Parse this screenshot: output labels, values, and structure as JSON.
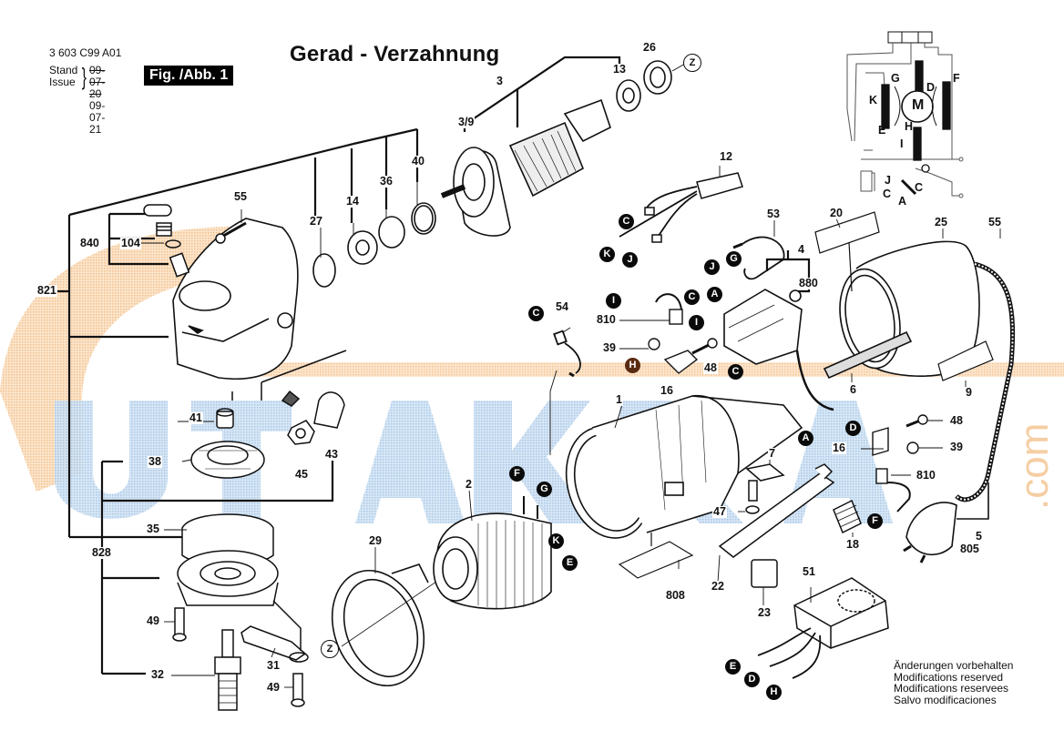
{
  "header": {
    "document_number": "3 603 C99 A01",
    "stand_label": "Stand",
    "issue_label": "Issue",
    "stand_date": "09-07-20",
    "issue_date": "09-07-21",
    "figure_label": "Fig. /Abb. 1",
    "title": "Gerad - Verzahnung"
  },
  "footer_note": {
    "lines": [
      "Änderungen vorbehalten",
      "Modifications reserved",
      "Modifications reservees",
      "Salvo modificaciones"
    ]
  },
  "watermark": {
    "text": "USTAKRA",
    "suffix": ".com",
    "colors": {
      "blue": "#a9c8e6",
      "orange": "#f4c08a"
    }
  },
  "part_labels": [
    {
      "id": "3"
    },
    {
      "id": "3/9"
    },
    {
      "id": "13"
    },
    {
      "id": "26"
    },
    {
      "id": "27"
    },
    {
      "id": "14"
    },
    {
      "id": "36"
    },
    {
      "id": "40"
    },
    {
      "id": "55"
    },
    {
      "id": "840"
    },
    {
      "id": "104"
    },
    {
      "id": "821"
    },
    {
      "id": "41"
    },
    {
      "id": "38"
    },
    {
      "id": "45"
    },
    {
      "id": "43"
    },
    {
      "id": "35"
    },
    {
      "id": "828"
    },
    {
      "id": "49"
    },
    {
      "id": "32"
    },
    {
      "id": "31"
    },
    {
      "id": "49"
    },
    {
      "id": "29"
    },
    {
      "id": "2"
    },
    {
      "id": "54"
    },
    {
      "id": "12"
    },
    {
      "id": "53"
    },
    {
      "id": "4"
    },
    {
      "id": "880"
    },
    {
      "id": "20"
    },
    {
      "id": "25"
    },
    {
      "id": "55"
    },
    {
      "id": "810"
    },
    {
      "id": "39"
    },
    {
      "id": "48"
    },
    {
      "id": "16"
    },
    {
      "id": "1"
    },
    {
      "id": "6"
    },
    {
      "id": "9"
    },
    {
      "id": "48"
    },
    {
      "id": "16"
    },
    {
      "id": "39"
    },
    {
      "id": "810"
    },
    {
      "id": "7"
    },
    {
      "id": "47"
    },
    {
      "id": "18"
    },
    {
      "id": "5"
    },
    {
      "id": "805"
    },
    {
      "id": "808"
    },
    {
      "id": "22"
    },
    {
      "id": "23"
    },
    {
      "id": "51"
    }
  ],
  "connector_badges": [
    {
      "letter": "C"
    },
    {
      "letter": "K"
    },
    {
      "letter": "J"
    },
    {
      "letter": "G"
    },
    {
      "letter": "J"
    },
    {
      "letter": "C"
    },
    {
      "letter": "A"
    },
    {
      "letter": "I"
    },
    {
      "letter": "I"
    },
    {
      "letter": "C"
    },
    {
      "letter": "H"
    },
    {
      "letter": "C"
    },
    {
      "letter": "F"
    },
    {
      "letter": "G"
    },
    {
      "letter": "K"
    },
    {
      "letter": "E"
    },
    {
      "letter": "D"
    },
    {
      "letter": "A"
    },
    {
      "letter": "F"
    },
    {
      "letter": "E"
    },
    {
      "letter": "D"
    },
    {
      "letter": "H"
    }
  ],
  "z_markers": [
    {
      "letter": "Z"
    },
    {
      "letter": "Z"
    }
  ],
  "schematic": {
    "motor_label": "M",
    "terminals": [
      "G",
      "K",
      "E",
      "D",
      "F",
      "H",
      "I",
      "J",
      "C",
      "C",
      "A"
    ]
  }
}
